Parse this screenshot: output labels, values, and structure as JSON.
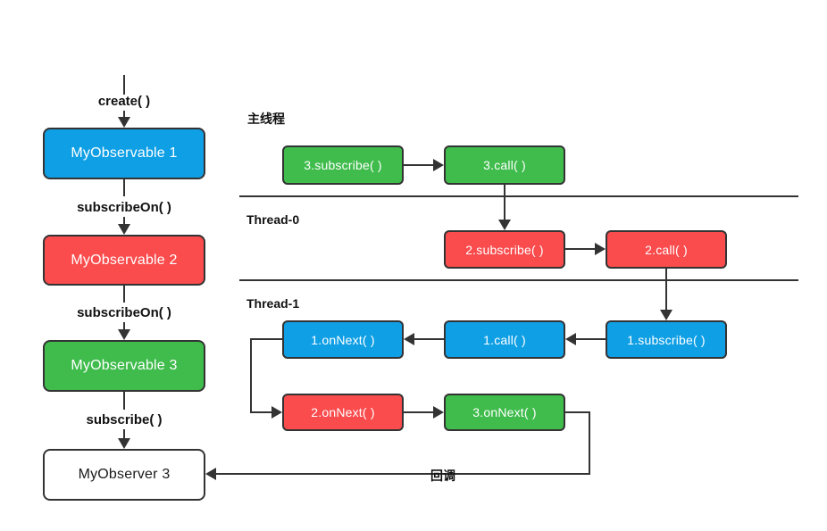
{
  "colors": {
    "blue": "#0F9FE5",
    "red": "#FA4B4D",
    "green": "#3FBC4C",
    "line": "#333333"
  },
  "left_chain": {
    "edge_labels": {
      "create": "create( )",
      "subscribe_on_1": "subscribeOn( )",
      "subscribe_on_2": "subscribeOn( )",
      "subscribe": "subscribe( )"
    },
    "nodes": {
      "observable1": {
        "label": "MyObservable 1",
        "color": "#0F9FE5"
      },
      "observable2": {
        "label": "MyObservable 2",
        "color": "#FA4B4D"
      },
      "observable3": {
        "label": "MyObservable 3",
        "color": "#3FBC4C"
      },
      "observer3": {
        "label": "MyObserver 3",
        "color": "#FFFFFF"
      }
    }
  },
  "lanes": {
    "main_thread": {
      "label": "主线程"
    },
    "thread0": {
      "label": "Thread-0"
    },
    "thread1": {
      "label": "Thread-1"
    }
  },
  "flow_nodes": {
    "subscribe3": {
      "label": "3.subscribe( )",
      "color": "#3FBC4C"
    },
    "call3": {
      "label": "3.call( )",
      "color": "#3FBC4C"
    },
    "subscribe2": {
      "label": "2.subscribe( )",
      "color": "#FA4B4D"
    },
    "call2": {
      "label": "2.call( )",
      "color": "#FA4B4D"
    },
    "onnext1": {
      "label": "1.onNext( )",
      "color": "#0F9FE5"
    },
    "call1": {
      "label": "1.call( )",
      "color": "#0F9FE5"
    },
    "subscribe1": {
      "label": "1.subscribe( )",
      "color": "#0F9FE5"
    },
    "onnext2": {
      "label": "2.onNext( )",
      "color": "#FA4B4D"
    },
    "onnext3": {
      "label": "3.onNext( )",
      "color": "#3FBC4C"
    }
  },
  "callback": {
    "label": "回调"
  }
}
